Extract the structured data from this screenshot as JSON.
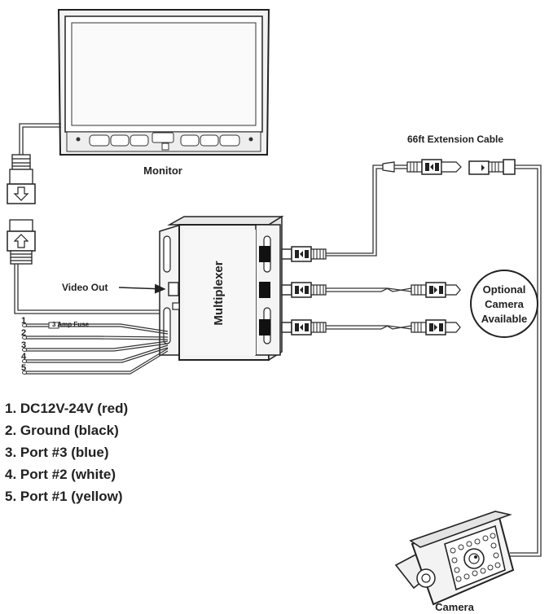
{
  "labels": {
    "monitor": "Monitor",
    "multiplexer": "Multiplexer",
    "extension_cable": "66ft Extension Cable",
    "video_out": "Video Out",
    "fuse": "3 Amp Fuse",
    "optional_line1": "Optional",
    "optional_line2": "Camera",
    "optional_line3": "Available",
    "camera": "Camera"
  },
  "wire_numbers": [
    "1",
    "2",
    "3",
    "4",
    "5"
  ],
  "legend": [
    "1. DC12V-24V (red)",
    "2. Ground (black)",
    "3. Port #3 (blue)",
    "4. Port #2 (white)",
    "5. Port #1 (yellow)"
  ]
}
